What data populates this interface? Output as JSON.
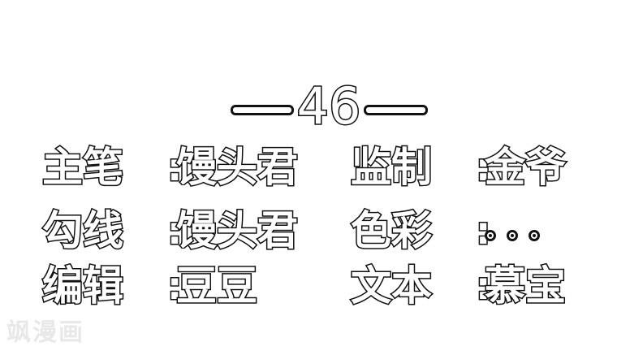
{
  "chapter": {
    "number": "46",
    "dash_left": "—",
    "dash_right": "—"
  },
  "credits": [
    {
      "label": "主笔",
      "colon": ":",
      "value": "馒头君"
    },
    {
      "label": "监制",
      "colon": ":",
      "value": "金爷"
    },
    {
      "label": "勾线",
      "colon": ":",
      "value": "馒头君"
    },
    {
      "label": "色彩",
      "colon": ":",
      "value": "。。。"
    },
    {
      "label": "编辑",
      "colon": ":",
      "value": "豆豆"
    },
    {
      "label": "文本",
      "colon": ":",
      "value": "慕宝"
    }
  ],
  "watermark": {
    "text": "飒漫画"
  },
  "colors": {
    "background": "#ffffff",
    "outline": "#111111",
    "fill": "#ffffff",
    "watermark": "#e8e8e8"
  }
}
